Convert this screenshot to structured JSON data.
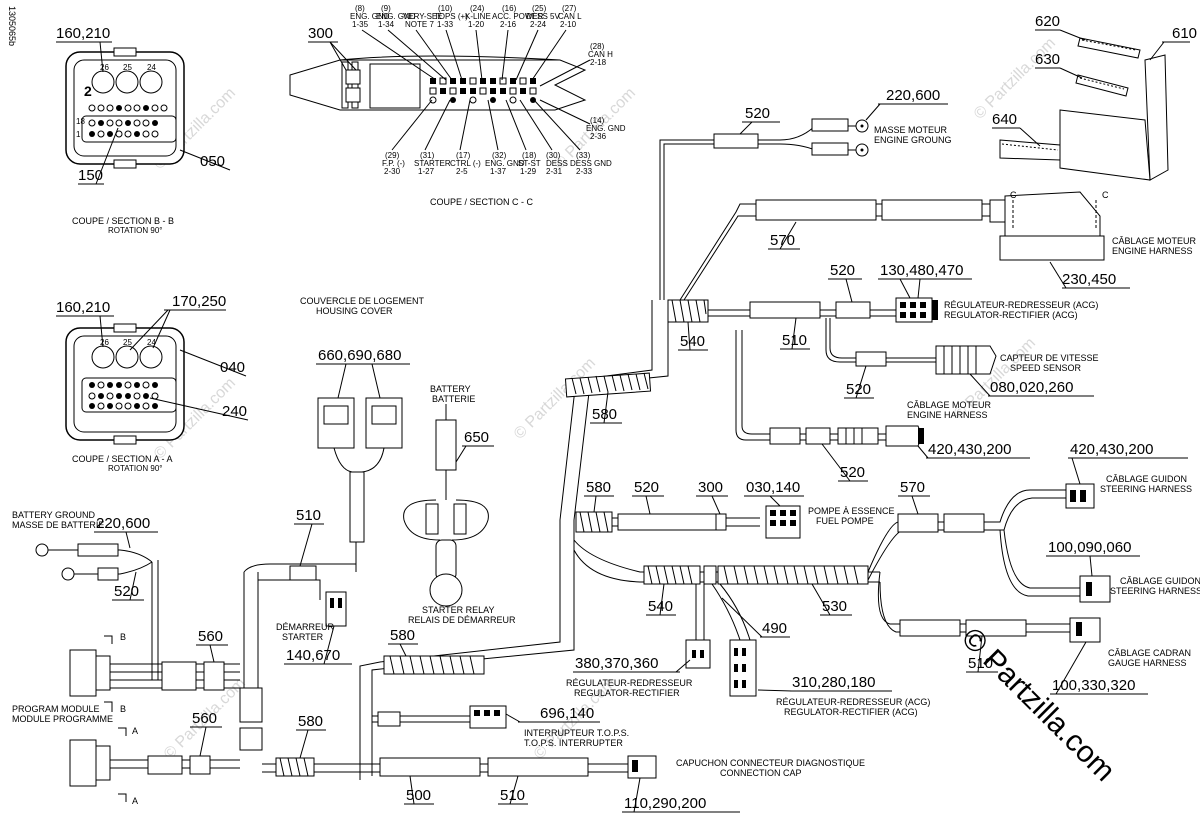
{
  "figure_id": "1305065b",
  "watermark": "© Partzilla.com",
  "callouts": {
    "c300a": "300",
    "c160a": "160,210",
    "c050": "050",
    "c150": "150",
    "c160b": "160,210",
    "c170": "170,250",
    "c040": "040",
    "c240": "240",
    "c620": "620",
    "c610": "610",
    "c630": "630",
    "c640": "640",
    "c220a": "220,600",
    "c520a": "520",
    "c570a": "570",
    "c230": "230,450",
    "c520b": "520",
    "c130": "130,480,470",
    "c540a": "540",
    "c510a": "510",
    "c520c": "520",
    "c080": "080,020,260",
    "c580a": "580",
    "c420a": "420,430,200",
    "c520d": "520",
    "c420b": "420,430,200",
    "c580b": "580",
    "c520e": "520",
    "c300b": "300",
    "c030": "030,140",
    "c570b": "570",
    "c100a": "100,090,060",
    "c540b": "540",
    "c530": "530",
    "c490": "490",
    "c510b": "510",
    "c100b": "100,330,320",
    "c380": "380,370,360",
    "c310": "310,280,180",
    "c660": "660,690,680",
    "c650": "650",
    "c510c": "510",
    "c520f": "520",
    "c220b": "220,600",
    "c560a": "560",
    "c140": "140,670",
    "c560b": "560",
    "c580c": "580",
    "c580d": "580",
    "c696": "696,140",
    "c500": "500",
    "c510d": "510",
    "c110": "110,290,200"
  },
  "notes": {
    "section_bb": "COUPE / SECTION B - B",
    "rotation_bb": "ROTATION 90°",
    "section_aa": "COUPE / SECTION A - A",
    "rotation_aa": "ROTATION 90°",
    "section_cc": "COUPE / SECTION C - C",
    "housing_fr": "COUVERCLE DE LOGEMENT",
    "housing_en": "HOUSING COVER",
    "battery_en": "BATTERY",
    "battery_fr": "BATTERIE",
    "starter_relay_en": "STARTER RELAY",
    "starter_relay_fr": "RELAIS DE DÉMARREUR",
    "starter_fr": "DÉMARREUR",
    "starter_en": "STARTER",
    "battery_ground_en": "BATTERY GROUND",
    "battery_ground_fr": "MASSE DE BATTERIE",
    "program_module_en": "PROGRAM MODULE",
    "program_module_fr": "MODULE PROGRAMME",
    "engine_ground_fr": "MASSE MOTEUR",
    "engine_ground_en": "ENGINE GROUNG",
    "engine_harness1_fr": "CÂBLAGE MOTEUR",
    "engine_harness1_en": "ENGINE HARNESS",
    "reg_rect1_fr": "RÉGULATEUR-REDRESSEUR (ACG)",
    "reg_rect1_en": "REGULATOR-RECTIFIER (ACG)",
    "speed_sensor_fr": "CAPTEUR DE VITESSE",
    "speed_sensor_en": "SPEED SENSOR",
    "engine_harness2_fr": "CÂBLAGE MOTEUR",
    "engine_harness2_en": "ENGINE HARNESS",
    "fuel_pump_fr": "POMPE À ESSENCE",
    "fuel_pump_en": "FUEL POMPE",
    "steering1_fr": "CÂBLAGE GUIDON",
    "steering1_en": "STEERING HARNESS",
    "steering2_fr": "CÂBLAGE GUIDON",
    "steering2_en": "STEERING HARNESS",
    "gauge_fr": "CÂBLAGE CADRAN",
    "gauge_en": "GAUGE HARNESS",
    "reg_rect2_fr": "RÉGULATEUR-REDRESSEUR",
    "reg_rect2_en": "REGULATOR-RECTIFIER",
    "reg_rect3_fr": "RÉGULATEUR-REDRESSEUR (ACG)",
    "reg_rect3_en": "REGULATOR-RECTIFIER (ACG)",
    "tops_fr": "INTERRUPTEUR T.O.P.S.",
    "tops_en": "T.O.P.S. INTERRUPTER",
    "diag_fr": "CAPUCHON CONNECTEUR DIAGNOSTIQUE",
    "diag_en": "CONNECTION CAP"
  },
  "pin_labels_top": [
    {
      "n": "(8)",
      "t": "ENG. GND",
      "p": "1-35"
    },
    {
      "n": "(9)",
      "t": "ENG. GND",
      "p": "1-34"
    },
    {
      "n": "",
      "t": "VERY-SEE",
      "p": "NOTE 7"
    },
    {
      "n": "(10)",
      "t": "TOPS (+)",
      "p": "1-33"
    },
    {
      "n": "(24)",
      "t": "K-LINE",
      "p": "1-20"
    },
    {
      "n": "(16)",
      "t": "ACC. POWER",
      "p": "2-16"
    },
    {
      "n": "(25)",
      "t": "DESS 5V",
      "p": "2-24"
    },
    {
      "n": "(27)",
      "t": "CAN L",
      "p": "2-10"
    },
    {
      "n": "(28)",
      "t": "CAN H",
      "p": "2-18"
    }
  ],
  "pin_labels_bottom": [
    {
      "n": "(29)",
      "t": "F.P. (-)",
      "p": "2-30"
    },
    {
      "n": "(31)",
      "t": "STARTER",
      "p": "1-27"
    },
    {
      "n": "(17)",
      "t": "CTRL (-)",
      "p": "2-5"
    },
    {
      "n": "(32)",
      "t": "ENG. GND",
      "p": "1-37"
    },
    {
      "n": "(18)",
      "t": "ST-ST",
      "p": "1-29"
    },
    {
      "n": "(30)",
      "t": "DESS",
      "p": "2-31"
    },
    {
      "n": "(33)",
      "t": "DESS GND",
      "p": "2-33"
    }
  ],
  "pin_label_side": {
    "n": "(14)",
    "t": "ENG. GND",
    "p": "2-36"
  },
  "section_markers": {
    "b": "B",
    "a": "A",
    "c": "C"
  },
  "connector_pins_bb": {
    "big": [
      "26",
      "25",
      "24"
    ],
    "row": "18",
    "row2": "1"
  },
  "connector_pins_aa": {
    "big": [
      "26",
      "25",
      "24"
    ]
  }
}
